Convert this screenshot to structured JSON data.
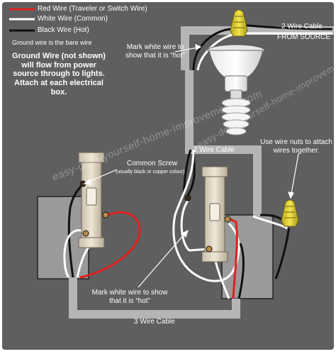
{
  "legend": {
    "red_label": "Red Wire (Traveler or Switch Wire)",
    "white_label": "White Wire (Common)",
    "black_label": "Black Wire (Hot)",
    "ground_label": "Ground wire is the bare wire"
  },
  "ground_note": "Ground Wire (not shown) will flow from power source through to lights. Attach at each electrical box.",
  "cables": {
    "source_line1": "2 Wire Cable",
    "source_line2": "FROM SOURCE",
    "middle": "2 Wire Cable",
    "bottom": "3 Wire Cable"
  },
  "callouts": {
    "top_white": "Mark white wire to show that it is “hot”",
    "common_screw": "Common Screw",
    "common_screw_note": "(usually black or copper colour)",
    "wire_nuts": "Use wire nuts to attach wires together.",
    "bottom_white": "Mark white wire to show that it is “hot”"
  },
  "watermark": {
    "text_1": "easy-do-it-yourself-home-improvements.com",
    "text_2": "easy-do-it-yourself-home-improvements.com"
  },
  "colors": {
    "background": "#5f5f5f",
    "cable_sheath": "#b5b5b5",
    "red_wire": "#e02020",
    "white_wire": "#ffffff",
    "black_wire": "#111111",
    "wire_nut": "#e6d43a",
    "box": "#9a9a9a"
  },
  "icons": [
    "light-fixture-icon",
    "cfl-bulb-icon",
    "switch-left-icon",
    "switch-right-icon",
    "wire-nut-icon"
  ]
}
